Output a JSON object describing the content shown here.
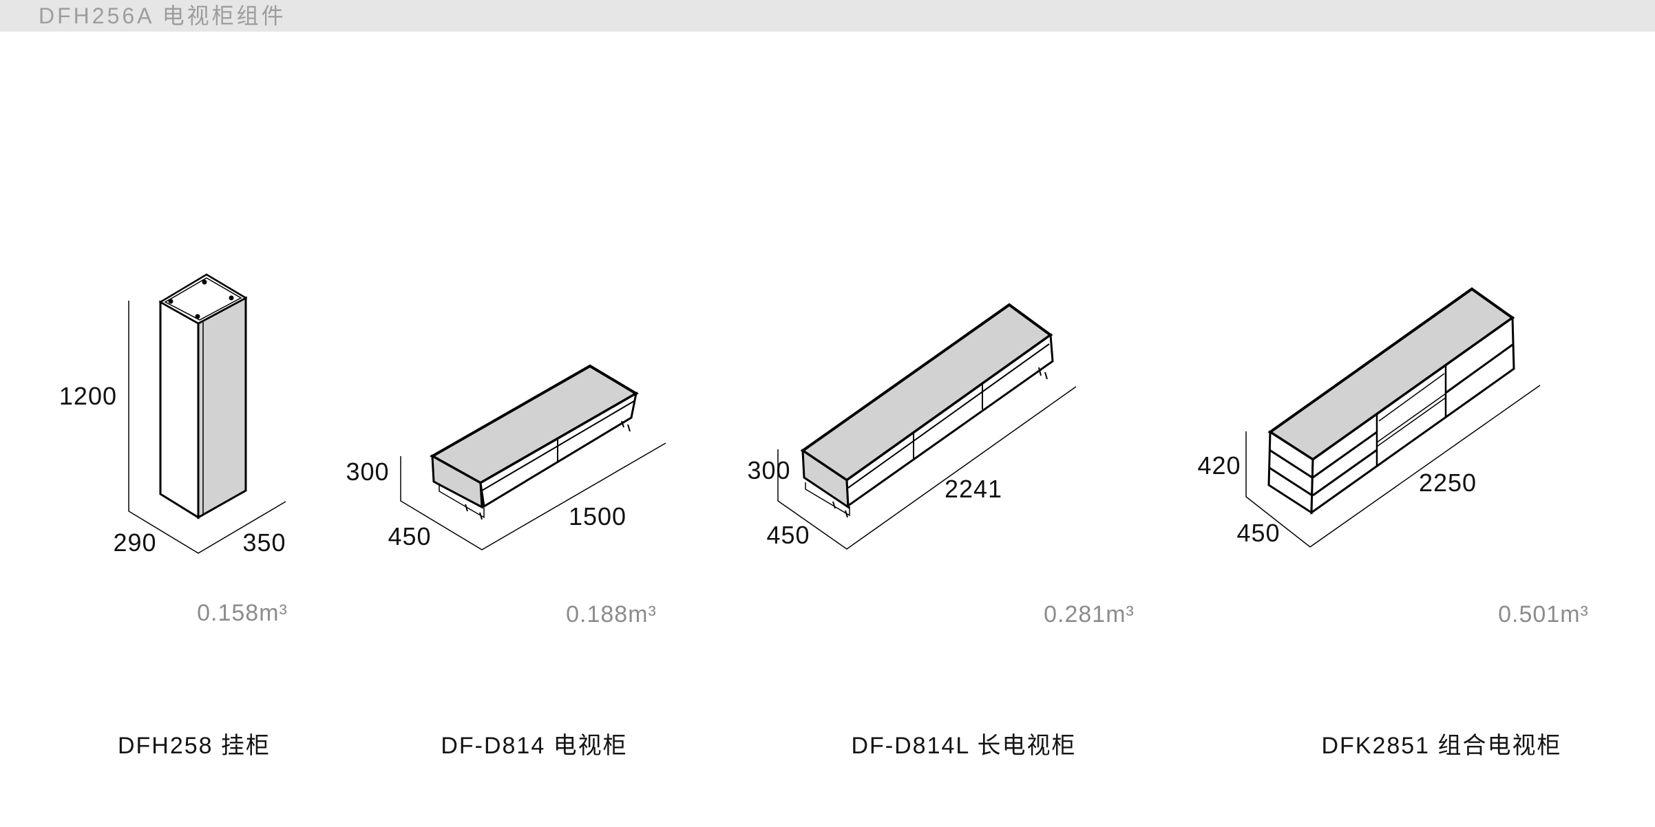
{
  "header": {
    "title": "DFH256A 电视柜组件"
  },
  "colors": {
    "header_bg": "#e6e6e6",
    "header_text": "#9d9d9d",
    "line": "#000000",
    "fill_gray": "#d2d2d2",
    "volume_text": "#8c8c8c",
    "label_text": "#141414"
  },
  "items": [
    {
      "model": "DFH258 挂柜",
      "dims": {
        "height": "1200",
        "depth": "290",
        "width": "350"
      },
      "volume": "0.158m³"
    },
    {
      "model": "DF-D814 电视柜",
      "dims": {
        "height": "300",
        "depth": "450",
        "width": "1500"
      },
      "volume": "0.188m³"
    },
    {
      "model": "DF-D814L 长电视柜",
      "dims": {
        "height": "300",
        "depth": "450",
        "width": "2241"
      },
      "volume": "0.281m³"
    },
    {
      "model": "DFK2851 组合电视柜",
      "dims": {
        "height": "420",
        "depth": "450",
        "width": "2250"
      },
      "volume": "0.501m³"
    }
  ]
}
